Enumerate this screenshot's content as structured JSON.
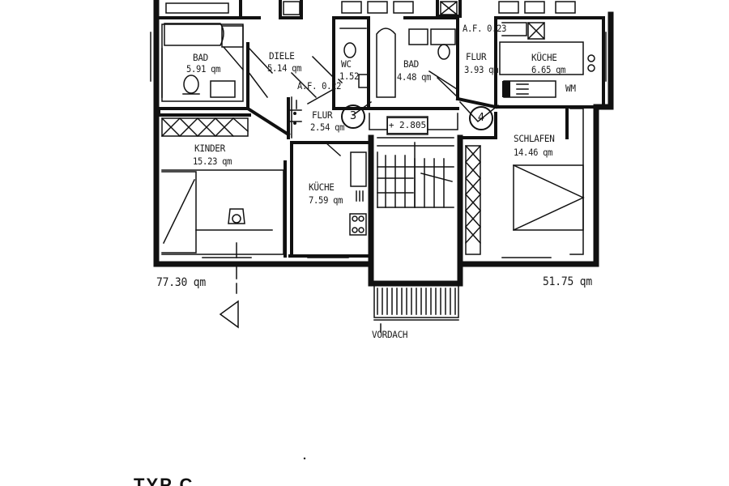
{
  "rooms": [
    {
      "id": "bad1",
      "name": "BAD",
      "area": "5.91 qm"
    },
    {
      "id": "diele",
      "name": "DIELE",
      "area": "5.14 qm"
    },
    {
      "id": "wc",
      "name": "WC",
      "area": "1.52"
    },
    {
      "id": "bad2",
      "name": "BAD",
      "area": "4.48 qm"
    },
    {
      "id": "flur_right",
      "name": "FLUR",
      "area": "3.93 qm"
    },
    {
      "id": "kueche_right",
      "name": "KÜCHE",
      "area": "6.65 qm"
    },
    {
      "id": "flur_mid",
      "name": "FLUR",
      "area": "2.54 qm"
    },
    {
      "id": "kinder",
      "name": "KINDER",
      "area": "15.23 qm"
    },
    {
      "id": "kueche_mid",
      "name": "KÜCHE",
      "area": "7.59 qm"
    },
    {
      "id": "schlafen",
      "name": "SCHLAFEN",
      "area": "14.46 qm"
    }
  ],
  "annotations": {
    "af_left": "A.F. 0.22",
    "af_right": "A.F. 0.23",
    "wm": "WM",
    "level": "+ 2.805",
    "vordach": "VORDACH"
  },
  "apartments": {
    "left_total": "77.30 qm",
    "right_total": "51.75 qm",
    "left_number": "3",
    "right_number": "4"
  },
  "footer_partial": "TYP C"
}
